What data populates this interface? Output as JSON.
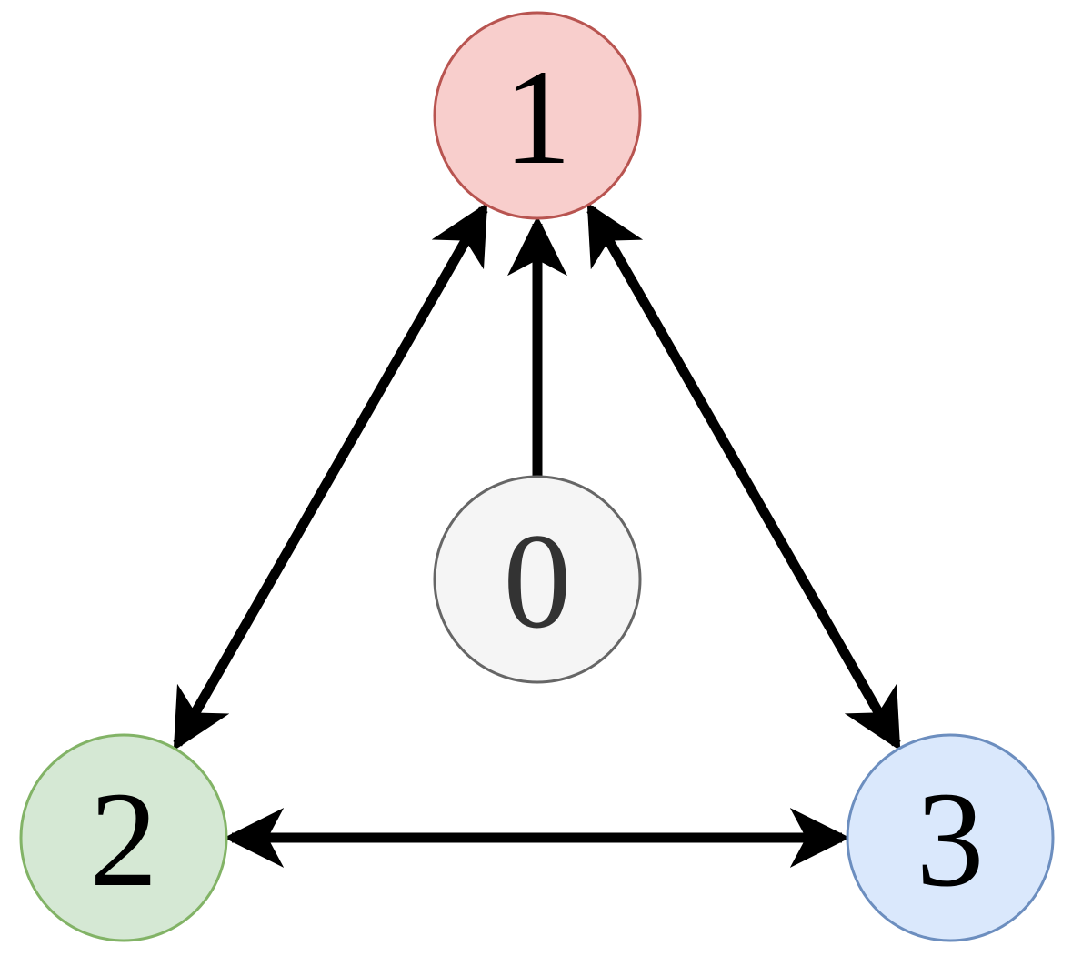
{
  "diagram": {
    "type": "directed-graph",
    "nodes": [
      {
        "id": "0",
        "label": "0",
        "fill": "#f5f5f5",
        "stroke": "#666666",
        "text_color": "#333333"
      },
      {
        "id": "1",
        "label": "1",
        "fill": "#f8cecc",
        "stroke": "#b85450",
        "text_color": "#000000"
      },
      {
        "id": "2",
        "label": "2",
        "fill": "#d5e8d4",
        "stroke": "#82b366",
        "text_color": "#000000"
      },
      {
        "id": "3",
        "label": "3",
        "fill": "#dae8fc",
        "stroke": "#6c8ebf",
        "text_color": "#000000"
      }
    ],
    "edges": [
      {
        "from": "0",
        "to": "1",
        "direction": "forward"
      },
      {
        "from": "1",
        "to": "2",
        "direction": "both"
      },
      {
        "from": "1",
        "to": "3",
        "direction": "both"
      },
      {
        "from": "2",
        "to": "3",
        "direction": "both"
      }
    ],
    "edge_color": "#000000"
  }
}
